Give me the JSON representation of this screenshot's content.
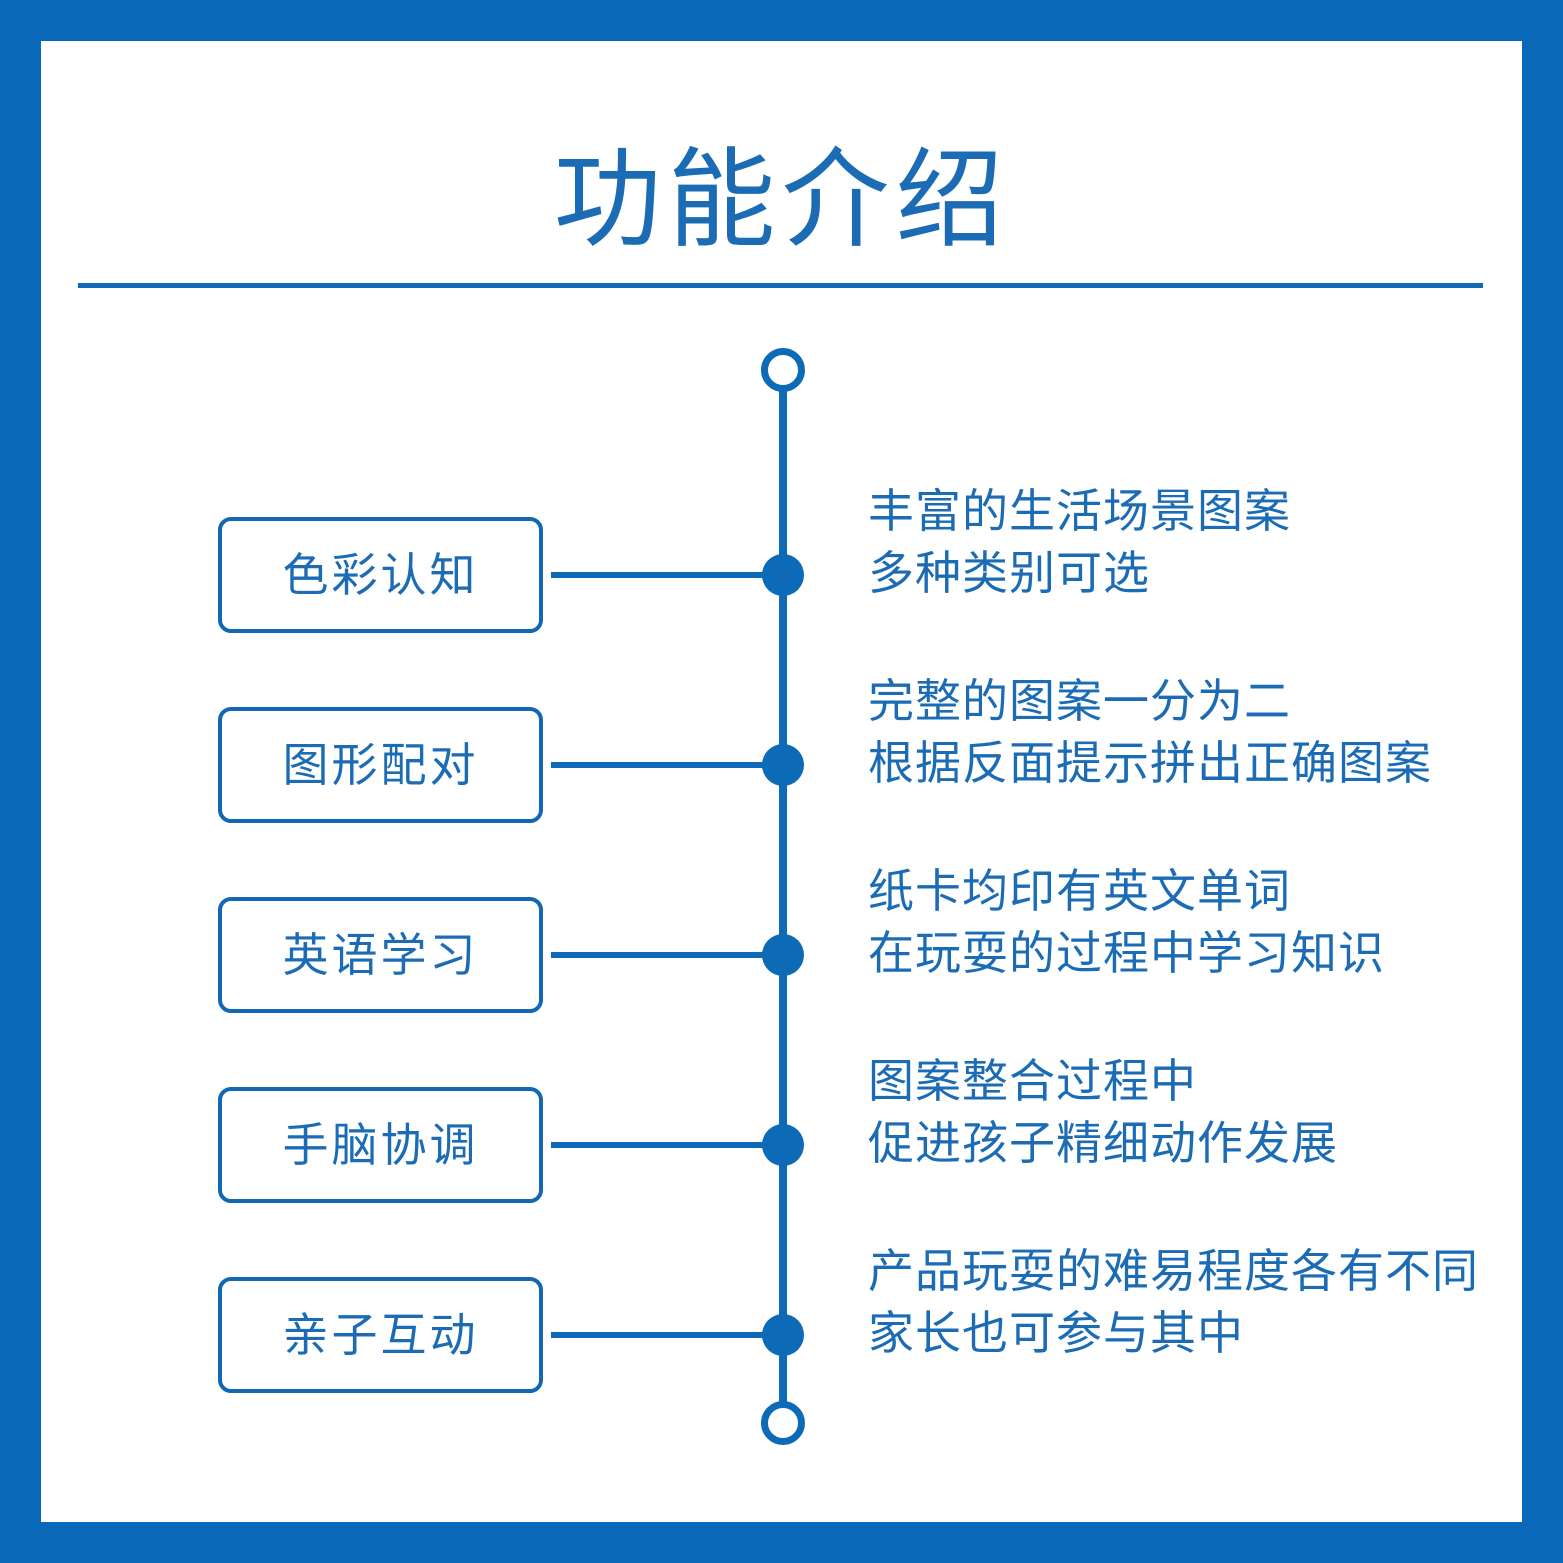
{
  "page": {
    "title": "功能介绍",
    "frame_color": "#0a68b8",
    "accent_color": "#0d6ab6",
    "text_color": "#1b6cb5",
    "background_color": "#ffffff"
  },
  "timeline": {
    "start_marker": "hollow-circle",
    "end_marker": "hollow-circle",
    "node_marker": "filled-circle",
    "items": [
      {
        "label": "色彩认知",
        "description_lines": [
          "丰富的生活场景图案",
          "多种类别可选"
        ]
      },
      {
        "label": "图形配对",
        "description_lines": [
          "完整的图案一分为二",
          "根据反面提示拼出正确图案"
        ]
      },
      {
        "label": "英语学习",
        "description_lines": [
          "纸卡均印有英文单词",
          "在玩耍的过程中学习知识"
        ]
      },
      {
        "label": "手脑协调",
        "description_lines": [
          "图案整合过程中",
          "促进孩子精细动作发展"
        ]
      },
      {
        "label": "亲子互动",
        "description_lines": [
          "产品玩耍的难易程度各有不同",
          "家长也可参与其中"
        ]
      }
    ]
  }
}
